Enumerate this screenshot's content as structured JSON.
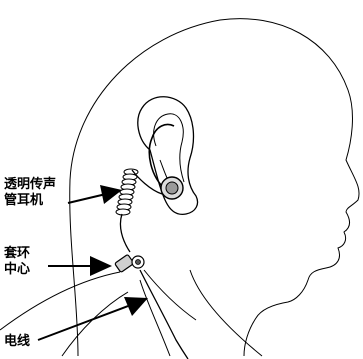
{
  "labels": {
    "tube": {
      "line1": "透明传声",
      "line2": "管耳机"
    },
    "ring": {
      "line1": "套环",
      "line2": "中心"
    },
    "cable": {
      "line1": "电线"
    }
  },
  "colors": {
    "line": "#000000",
    "background": "#ffffff",
    "arrow": "#000000"
  }
}
